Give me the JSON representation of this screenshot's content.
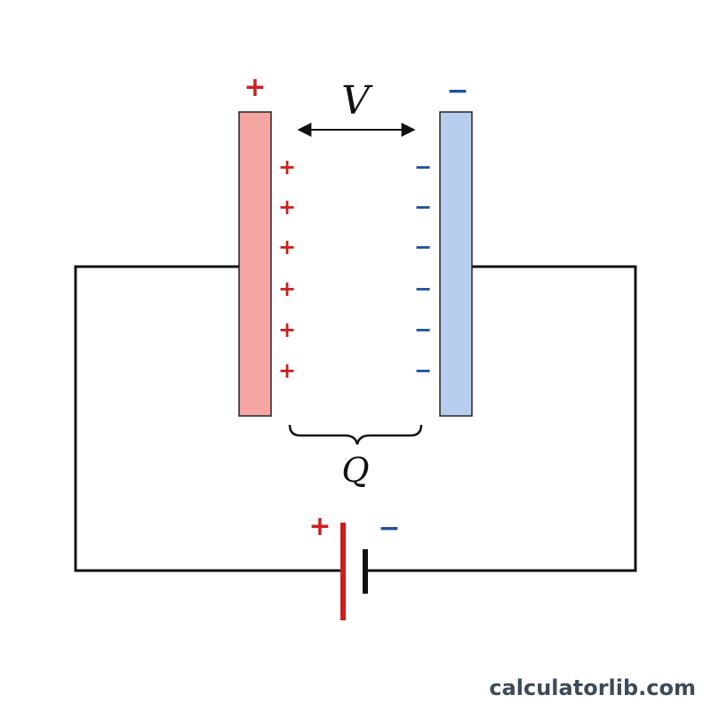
{
  "diagram": {
    "voltage_label": "V",
    "charge_label": "Q",
    "positive_sign": "+",
    "negative_sign": "−",
    "positive_plate_charges": [
      "+",
      "+",
      "+",
      "+",
      "+",
      "+"
    ],
    "negative_plate_charges": [
      "−",
      "−",
      "−",
      "−",
      "−",
      "−"
    ],
    "battery_positive_sign": "+",
    "battery_negative_sign": "−"
  },
  "watermark": "calculatorlib.com",
  "colors": {
    "positive": "#cc1f1f",
    "negative": "#1f4fa0",
    "positive_plate_fill": "#f5a6a2",
    "negative_plate_fill": "#b7cfee",
    "wire": "#111111",
    "battery_positive_terminal": "#cc1f1f",
    "battery_negative_terminal": "#111111"
  }
}
